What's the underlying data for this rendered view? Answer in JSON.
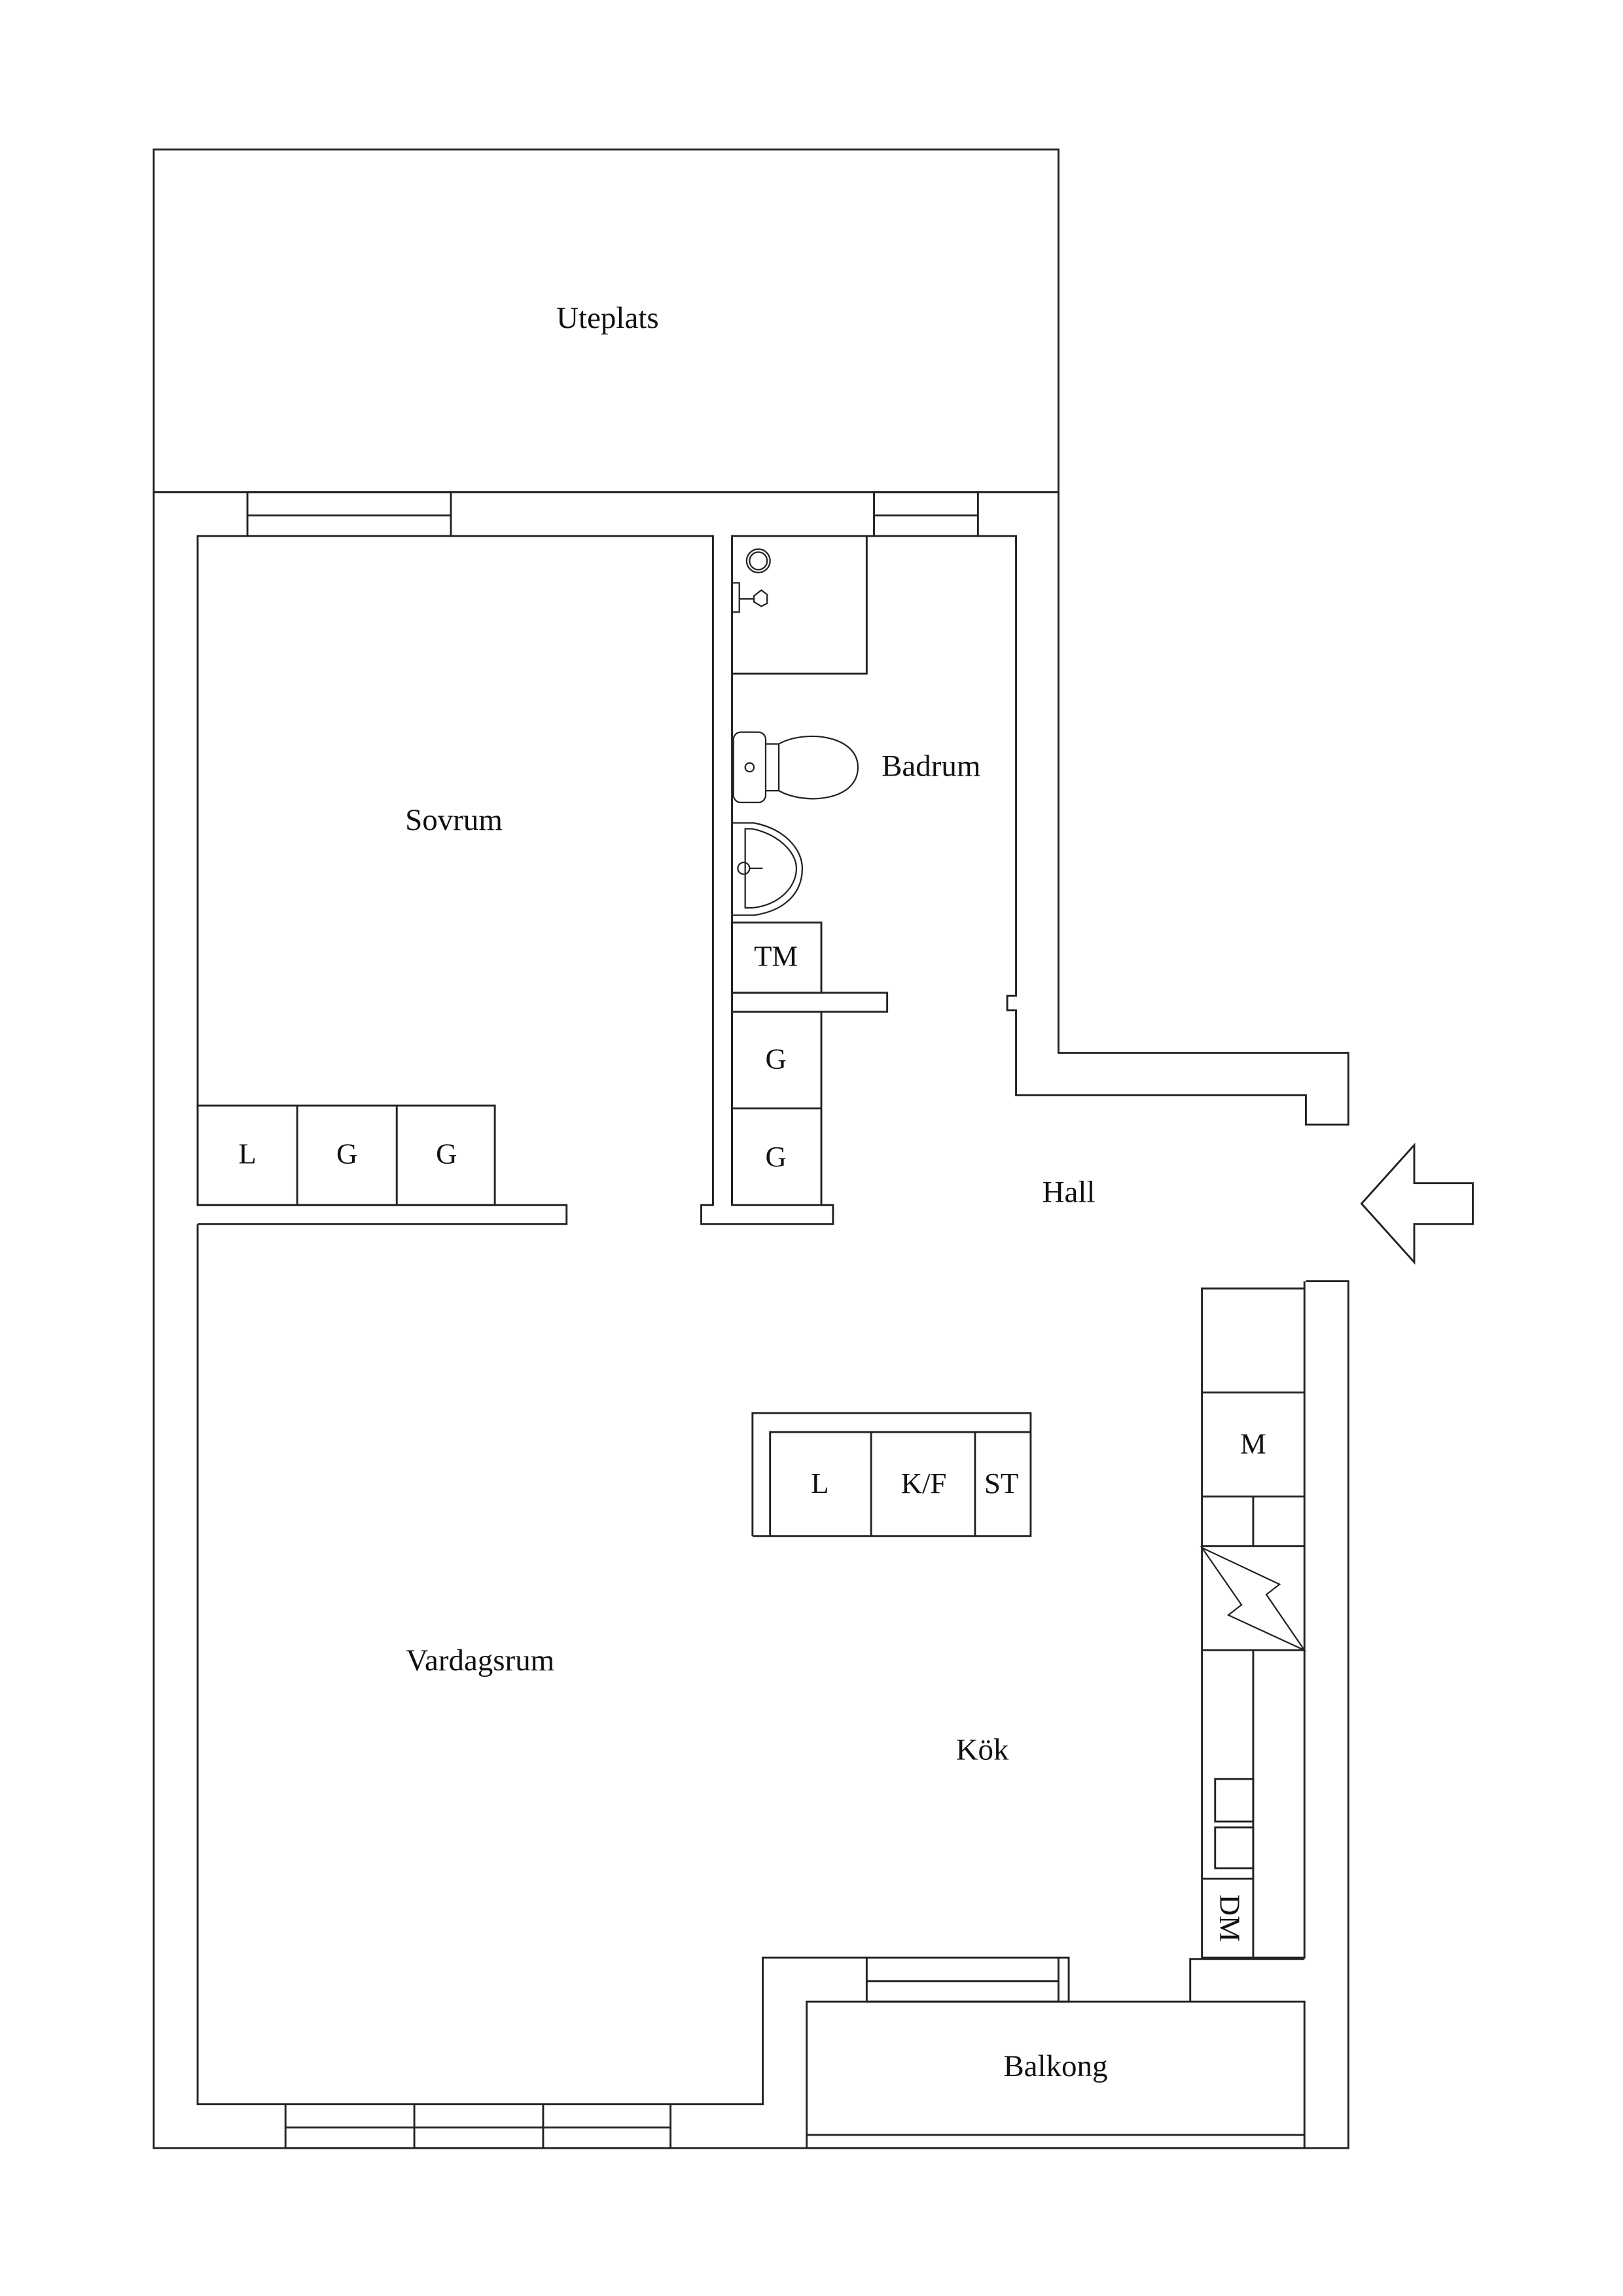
{
  "rooms": {
    "uteplats": "Uteplats",
    "sovrum": "Sovrum",
    "badrum": "Badrum",
    "hall": "Hall",
    "vardagsrum": "Vardagsrum",
    "kok": "Kök",
    "balkong": "Balkong"
  },
  "fixtures": {
    "bedroom_wardrobes": [
      "L",
      "G",
      "G"
    ],
    "bathroom_tm": "TM",
    "hall_wardrobes": [
      "G",
      "G"
    ],
    "island": [
      "L",
      "K/F",
      "ST"
    ],
    "kitchen_m": "M",
    "kitchen_dm": "DM"
  },
  "icons": {
    "entrance": "entrance-arrow-icon",
    "stove": "stove-lightning-icon",
    "toilet": "toilet-icon",
    "sink": "sink-icon",
    "shower": "shower-icon"
  },
  "colors": {
    "line": "#222222",
    "background": "#ffffff"
  }
}
